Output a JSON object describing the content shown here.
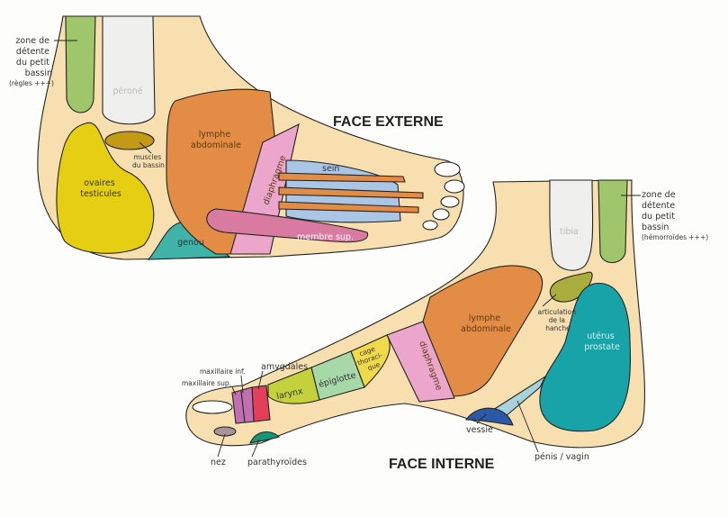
{
  "titles": {
    "external": "FACE EXTERNE",
    "internal": "FACE INTERNE"
  },
  "external": {
    "zone_detente": [
      "zone de",
      "détente",
      "du petit",
      "bassin"
    ],
    "zone_note": "(règles +++)",
    "perone": "péroné",
    "muscles_bassin": [
      "muscles",
      "du bassin"
    ],
    "ovaires": [
      "ovaires",
      "testicules"
    ],
    "genou": "genou",
    "lymphe": [
      "lymphe",
      "abdominale"
    ],
    "diaphragme": "diaphragme",
    "sein": "sein",
    "membre_sup": "membre sup."
  },
  "internal": {
    "zone_detente": [
      "zone de",
      "détente",
      "du petit",
      "bassin"
    ],
    "zone_note": "(hémorroïdes +++)",
    "tibia": "tibia",
    "articulation": [
      "articulation",
      "de la",
      "hanche"
    ],
    "uterus": [
      "utérus",
      "prostate"
    ],
    "lymphe": [
      "lymphe",
      "abdominale"
    ],
    "diaphragme": "diaphragme",
    "cage": [
      "cage",
      "thoraci-",
      "que"
    ],
    "epiglotte": "épiglotte",
    "larynx": "larynx",
    "amygdales": "amygdales",
    "maxillaire_inf": "maxillaire inf.",
    "maxillaire_sup": "maxillaire sup.",
    "nez": "nez",
    "parathyroides": "parathyroïdes",
    "vessie": "vessie",
    "penis": "pénis / vagin"
  },
  "colors": {
    "skin": "#f8dfb0",
    "green": "#9fc66a",
    "bone": "#efefee",
    "yellow": "#e6cf12",
    "muscle": "#c39a16",
    "teal": "#3fb3a8",
    "orange": "#e38c45",
    "pink": "#eda6cb",
    "blue": "#a9c6e6",
    "membre": "#d97aa0"
  }
}
